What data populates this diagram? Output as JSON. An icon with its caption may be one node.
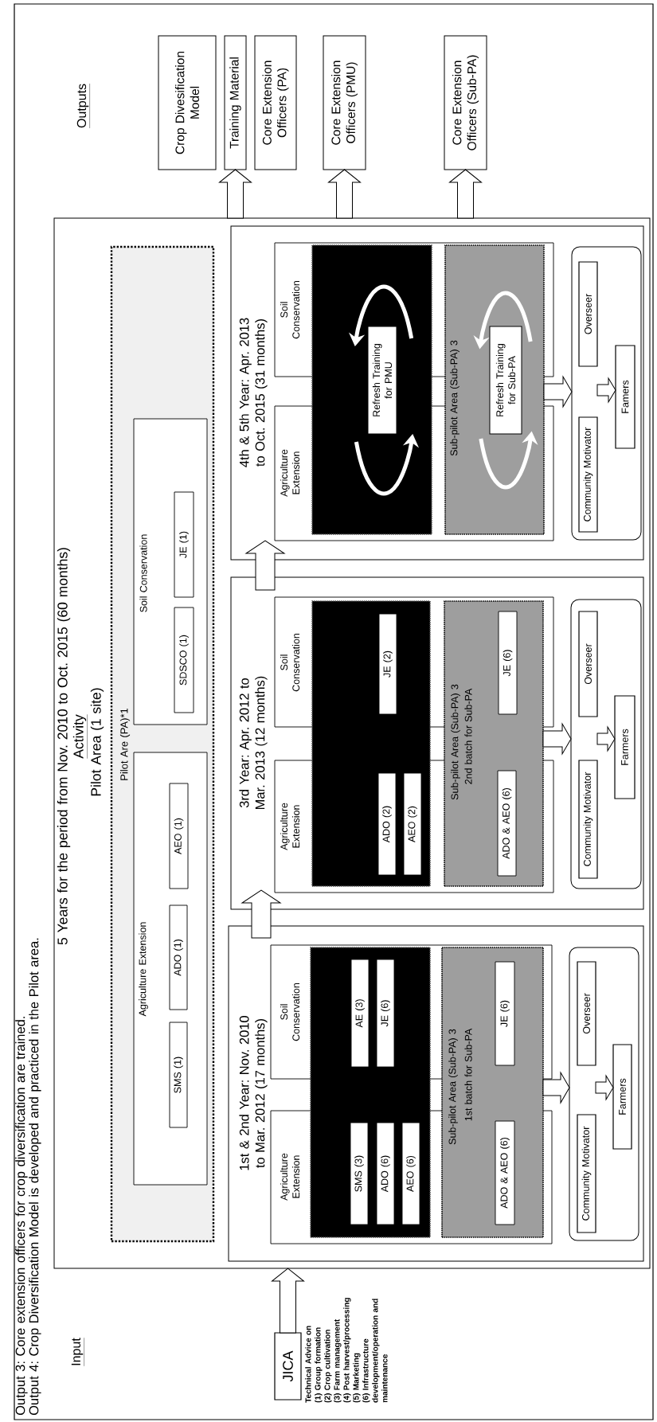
{
  "diagram": {
    "nodes": [
      {
        "text": [
          "Crop Divesification Model"
        ]
      },
      {
        "text": [
          "Training Material"
        ]
      },
      {
        "text": [
          "Core Extension Officers (PA)"
        ]
      },
      {
        "text": [
          "Core Extension Officers (PMU)"
        ]
      },
      {
        "text": [
          "Core Extension Officers (Sub-PA)"
        ]
      },
      {
        "text": [
          "5 Years for the period from Nov. 2010 to Oct. 2015 (60 months)",
          "Activity",
          "Pilot Area (1 site)"
        ]
      },
      {
        "text": [
          "Pilot Are (PA)*1"
        ],
        "in": 5
      },
      {
        "text": [
          "Agriculture Extension"
        ],
        "in": 6
      },
      {
        "text": [
          "SMS (1)"
        ],
        "in": 7
      },
      {
        "text": [
          "ADO (1)"
        ],
        "in": 7
      },
      {
        "text": [
          "AEO (1)"
        ],
        "in": 7
      },
      {
        "text": [
          "Soil Conservation"
        ],
        "in": 6
      },
      {
        "text": [
          "SDSCO (1)"
        ],
        "in": 11
      },
      {
        "text": [
          "JE (1)"
        ],
        "in": 11
      },
      {
        "text": [
          "1st & 2nd Year: Nov. 2010 to Mar. 2012 (17 months)"
        ],
        "in": 5
      },
      {
        "text": [
          "Agriculture Extension"
        ],
        "in": 14
      },
      {
        "text": [
          "Soil Conservation"
        ],
        "in": 14
      },
      {
        "text": [],
        "shape": "box",
        "in": 14
      },
      {
        "text": [
          "SMS (3)"
        ]
      },
      {
        "text": [
          "ADO (6)"
        ]
      },
      {
        "text": [
          "AEO (6)"
        ]
      },
      {
        "text": [
          "AE (3)"
        ]
      },
      {
        "text": [
          "JE (6)"
        ]
      },
      {
        "text": [
          "Sub-pilot Area (Sub-PA) 3",
          "1st batch for Sub-PA"
        ],
        "in": 14
      },
      {
        "text": [
          "ADO & AEO (6)"
        ]
      },
      {
        "text": [
          "JE (6)"
        ]
      },
      {
        "text": [],
        "shape": "box",
        "in": 14
      },
      {
        "text": [
          "Community Motivator"
        ],
        "in": 26
      },
      {
        "text": [
          "Overseer"
        ],
        "in": 26
      },
      {
        "text": [
          "Farmers"
        ],
        "in": 26
      },
      {
        "text": [
          "3rd Year: Apr. 2012 to Mar. 2013 (12 months)"
        ],
        "in": 5
      },
      {
        "text": [
          "Agriculture Extension"
        ],
        "in": 30
      },
      {
        "text": [
          "Soil Conservation"
        ],
        "in": 30
      },
      {
        "text": [],
        "shape": "box",
        "in": 30
      },
      {
        "text": [
          "ADO (2)"
        ]
      },
      {
        "text": [
          "AEO (2)"
        ]
      },
      {
        "text": [
          "JE (2)"
        ]
      },
      {
        "text": [
          "Sub-pilot Area (Sub-PA) 3",
          "2nd batch for Sub-PA"
        ],
        "in": 30
      },
      {
        "text": [
          "ADO & AEO (6)"
        ]
      },
      {
        "text": [
          "JE (6)"
        ]
      },
      {
        "text": [],
        "shape": "box",
        "in": 30
      },
      {
        "text": [
          "Community Motivator"
        ],
        "in": 40
      },
      {
        "text": [
          "Overseer"
        ],
        "in": 40
      },
      {
        "text": [
          "Farmers"
        ],
        "in": 40
      },
      {
        "text": [
          "4th & 5th Year: Apr. 2013 to Oct. 2015 (31 months)"
        ],
        "in": 5
      },
      {
        "text": [
          "Agriculture Extension"
        ],
        "in": 44
      },
      {
        "text": [
          "Soil Conservation"
        ],
        "in": 44
      },
      {
        "text": [],
        "shape": "box",
        "in": 44
      },
      {
        "text": [
          "Refresh Training for PMU"
        ],
        "in": 47
      },
      {
        "text": [
          "Sub-pilot Area (Sub-PA) 3"
        ],
        "in": 44
      },
      {
        "text": [
          "Refresh Training for Sub-PA"
        ],
        "in": 49
      },
      {
        "text": [],
        "shape": "box",
        "in": 44
      },
      {
        "text": [
          "Community Motivator"
        ],
        "in": 51
      },
      {
        "text": [
          "Overseer"
        ],
        "in": 51
      },
      {
        "text": [
          "Famers"
        ],
        "in": 51
      },
      {
        "text": [
          "JICA"
        ],
        "beside": [
          "Technical Advice on",
          "(1) Group formation",
          "(2) Crop cultivation",
          "(3) Farm management",
          "(4) Post harvest/processing",
          "(5) Marketing",
          "(6) Infrastructure development/operation and maintenance"
        ]
      }
    ],
    "edges": [
      {
        "from": 55,
        "to": 5,
        "arrow": "to"
      },
      {
        "from": 5,
        "to": 1,
        "arrow": "to"
      },
      {
        "from": 5,
        "to": 3,
        "arrow": "to"
      },
      {
        "from": 5,
        "to": 4,
        "arrow": "to"
      },
      {
        "from": 14,
        "to": 30,
        "arrow": "to"
      },
      {
        "from": 30,
        "to": 44,
        "arrow": "to"
      },
      {
        "from": 23,
        "to": 26,
        "arrow": "to"
      },
      {
        "from": null,
        "to": 29,
        "arrow": "to"
      },
      {
        "from": 37,
        "to": 40,
        "arrow": "to"
      },
      {
        "from": null,
        "to": 43,
        "arrow": "to"
      },
      {
        "from": 49,
        "to": 51,
        "arrow": "to"
      },
      {
        "from": null,
        "to": 54,
        "arrow": "to"
      }
    ],
    "labels": [
      "Output 3: Core extension officers for crop diversification are trained.",
      "Output 4: Crop Diversification Model is developed and practiced in the Pilot area.",
      "Input",
      "Outputs"
    ]
  }
}
